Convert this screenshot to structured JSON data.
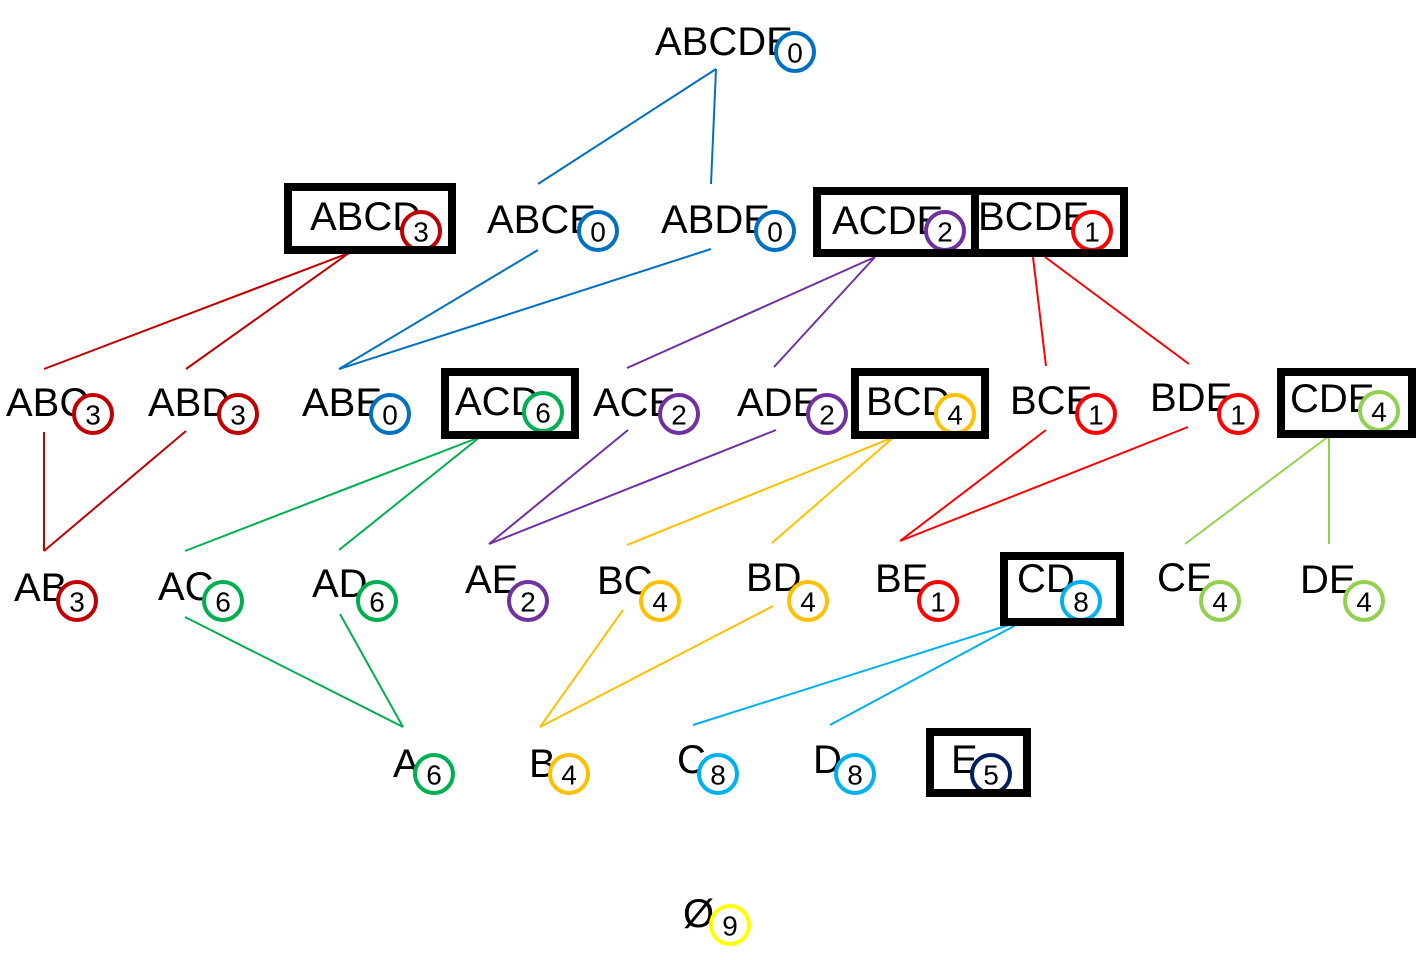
{
  "colors": {
    "blue": "#0070C0",
    "dark_red": "#C00000",
    "red": "#FF0000",
    "purple": "#7030A0",
    "green": "#00B050",
    "orange": "#FFC000",
    "light_green": "#92D050",
    "light_blue": "#00B0F0",
    "navy": "#002060",
    "yellow": "#FFFF00"
  },
  "nodes": [
    {
      "id": "ABCDE",
      "label": "ABCDE",
      "count": "0",
      "color": "blue",
      "closed": false
    },
    {
      "id": "ABCD",
      "label": "ABCD",
      "count": "3",
      "color": "dark_red",
      "closed": true
    },
    {
      "id": "ABCE",
      "label": "ABCE",
      "count": "0",
      "color": "blue",
      "closed": false
    },
    {
      "id": "ABDE",
      "label": "ABDE",
      "count": "0",
      "color": "blue",
      "closed": false
    },
    {
      "id": "ACDE",
      "label": "ACDE",
      "count": "2",
      "color": "purple",
      "closed": true
    },
    {
      "id": "BCDE",
      "label": "BCDE",
      "count": "1",
      "color": "red",
      "closed": true
    },
    {
      "id": "ABC",
      "label": "ABC",
      "count": "3",
      "color": "dark_red",
      "closed": false
    },
    {
      "id": "ABD",
      "label": "ABD",
      "count": "3",
      "color": "dark_red",
      "closed": false
    },
    {
      "id": "ABE",
      "label": "ABE",
      "count": "0",
      "color": "blue",
      "closed": false
    },
    {
      "id": "ACD",
      "label": "ACD",
      "count": "6",
      "color": "green",
      "closed": true
    },
    {
      "id": "ACE",
      "label": "ACE",
      "count": "2",
      "color": "purple",
      "closed": false
    },
    {
      "id": "ADE",
      "label": "ADE",
      "count": "2",
      "color": "purple",
      "closed": false
    },
    {
      "id": "BCD",
      "label": "BCD",
      "count": "4",
      "color": "orange",
      "closed": true
    },
    {
      "id": "BCE",
      "label": "BCE",
      "count": "1",
      "color": "red",
      "closed": false
    },
    {
      "id": "BDE",
      "label": "BDE",
      "count": "1",
      "color": "red",
      "closed": false
    },
    {
      "id": "CDE",
      "label": "CDE",
      "count": "4",
      "color": "light_green",
      "closed": true
    },
    {
      "id": "AB",
      "label": "AB",
      "count": "3",
      "color": "dark_red",
      "closed": false
    },
    {
      "id": "AC",
      "label": "AC",
      "count": "6",
      "color": "green",
      "closed": false
    },
    {
      "id": "AD",
      "label": "AD",
      "count": "6",
      "color": "green",
      "closed": false
    },
    {
      "id": "AE",
      "label": "AE",
      "count": "2",
      "color": "purple",
      "closed": false
    },
    {
      "id": "BC",
      "label": "BC",
      "count": "4",
      "color": "orange",
      "closed": false
    },
    {
      "id": "BD",
      "label": "BD",
      "count": "4",
      "color": "orange",
      "closed": false
    },
    {
      "id": "BE",
      "label": "BE",
      "count": "1",
      "color": "red",
      "closed": false
    },
    {
      "id": "CD",
      "label": "CD",
      "count": "8",
      "color": "light_blue",
      "closed": true
    },
    {
      "id": "CE",
      "label": "CE",
      "count": "4",
      "color": "light_green",
      "closed": false
    },
    {
      "id": "DE",
      "label": "DE",
      "count": "4",
      "color": "light_green",
      "closed": false
    },
    {
      "id": "A",
      "label": "A",
      "count": "6",
      "color": "green",
      "closed": false
    },
    {
      "id": "B",
      "label": "B",
      "count": "4",
      "color": "orange",
      "closed": false
    },
    {
      "id": "C",
      "label": "C",
      "count": "8",
      "color": "light_blue",
      "closed": false
    },
    {
      "id": "D",
      "label": "D",
      "count": "8",
      "color": "light_blue",
      "closed": false
    },
    {
      "id": "E",
      "label": "E",
      "count": "5",
      "color": "navy",
      "closed": true
    },
    {
      "id": "EMPTY",
      "label": "Ø",
      "count": "9",
      "color": "yellow",
      "closed": false
    }
  ],
  "edges": [
    {
      "from": "ABCDE",
      "to": "ABCE",
      "color": "blue"
    },
    {
      "from": "ABCDE",
      "to": "ABDE",
      "color": "blue"
    },
    {
      "from": "ABCD",
      "to": "ABC",
      "color": "dark_red"
    },
    {
      "from": "ABCD",
      "to": "ABD",
      "color": "dark_red"
    },
    {
      "from": "ABCE",
      "to": "ABE",
      "color": "blue"
    },
    {
      "from": "ABDE",
      "to": "ABE",
      "color": "blue"
    },
    {
      "from": "ACDE",
      "to": "ACE",
      "color": "purple"
    },
    {
      "from": "ACDE",
      "to": "ADE",
      "color": "purple"
    },
    {
      "from": "BCDE",
      "to": "BCE",
      "color": "red"
    },
    {
      "from": "BCDE",
      "to": "BDE",
      "color": "red"
    },
    {
      "from": "ABC",
      "to": "AB",
      "color": "dark_red"
    },
    {
      "from": "ABD",
      "to": "AB",
      "color": "dark_red"
    },
    {
      "from": "ACD",
      "to": "AC",
      "color": "green"
    },
    {
      "from": "ACD",
      "to": "AD",
      "color": "green"
    },
    {
      "from": "ACE",
      "to": "AE",
      "color": "purple"
    },
    {
      "from": "ADE",
      "to": "AE",
      "color": "purple"
    },
    {
      "from": "BCD",
      "to": "BC",
      "color": "orange"
    },
    {
      "from": "BCD",
      "to": "BD",
      "color": "orange"
    },
    {
      "from": "BCE",
      "to": "BE",
      "color": "red"
    },
    {
      "from": "BDE",
      "to": "BE",
      "color": "red"
    },
    {
      "from": "CDE",
      "to": "CE",
      "color": "light_green"
    },
    {
      "from": "CDE",
      "to": "DE",
      "color": "light_green"
    },
    {
      "from": "AC",
      "to": "A",
      "color": "green"
    },
    {
      "from": "AD",
      "to": "A",
      "color": "green"
    },
    {
      "from": "BC",
      "to": "B",
      "color": "orange"
    },
    {
      "from": "BD",
      "to": "B",
      "color": "orange"
    },
    {
      "from": "CD",
      "to": "C",
      "color": "light_blue"
    },
    {
      "from": "CD",
      "to": "D",
      "color": "light_blue"
    }
  ]
}
